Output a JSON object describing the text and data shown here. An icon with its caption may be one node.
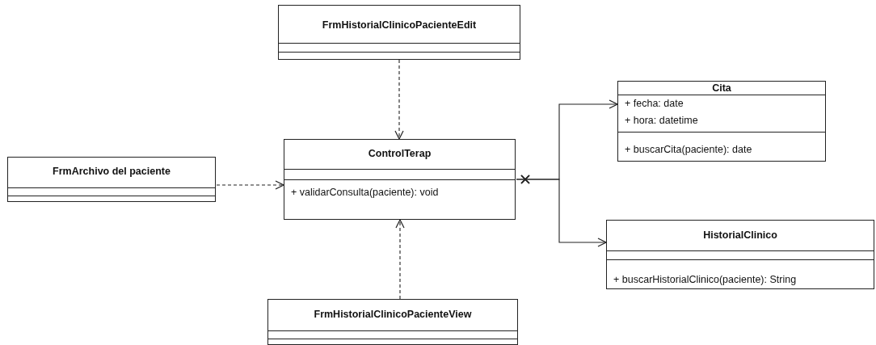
{
  "diagram": {
    "nodes": [
      {
        "text": [
          "FrmHistorialClinicoPacienteEdit"
        ]
      },
      {
        "text": [
          "FrmArchivo del paciente"
        ]
      },
      {
        "text": [
          "ControlTerap",
          "+ validarConsulta(paciente): void"
        ]
      },
      {
        "text": [
          "Cita",
          "+ fecha: date",
          "+ hora: datetime",
          "+ buscarCita(paciente): date"
        ]
      },
      {
        "text": [
          "HistorialClinico",
          "+ buscarHistorialClinico(paciente): String"
        ]
      },
      {
        "text": [
          "FrmHistorialClinicoPacienteView"
        ]
      }
    ],
    "edges": [
      {
        "from": 0,
        "to": 2,
        "arrow": "to",
        "style": "dashed"
      },
      {
        "from": 1,
        "to": 2,
        "arrow": "to",
        "style": "dashed"
      },
      {
        "from": 5,
        "to": 2,
        "arrow": "to",
        "style": "dashed"
      },
      {
        "from": 2,
        "to": 3,
        "arrow": "to"
      },
      {
        "from": 2,
        "to": 4,
        "arrow": "to"
      }
    ]
  }
}
